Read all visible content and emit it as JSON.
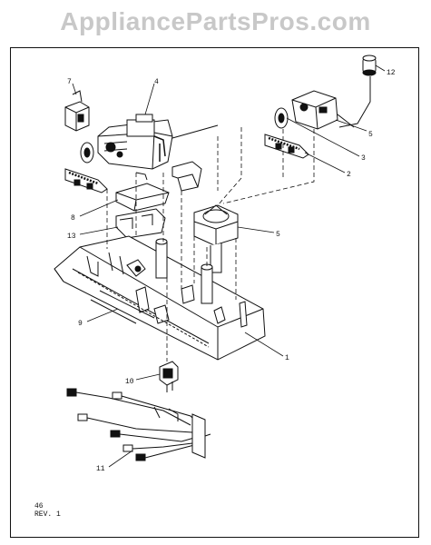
{
  "watermark": "AppliancePartsPros.com",
  "footer": {
    "page": "46",
    "revision": "REV. 1"
  },
  "callouts": [
    "7",
    "4",
    "12",
    "5",
    "3",
    "2",
    "8",
    "13",
    "5",
    "9",
    "1",
    "10",
    "11"
  ],
  "colors": {
    "line": "#111111",
    "watermark": "#c8c8c8",
    "background": "#ffffff"
  }
}
